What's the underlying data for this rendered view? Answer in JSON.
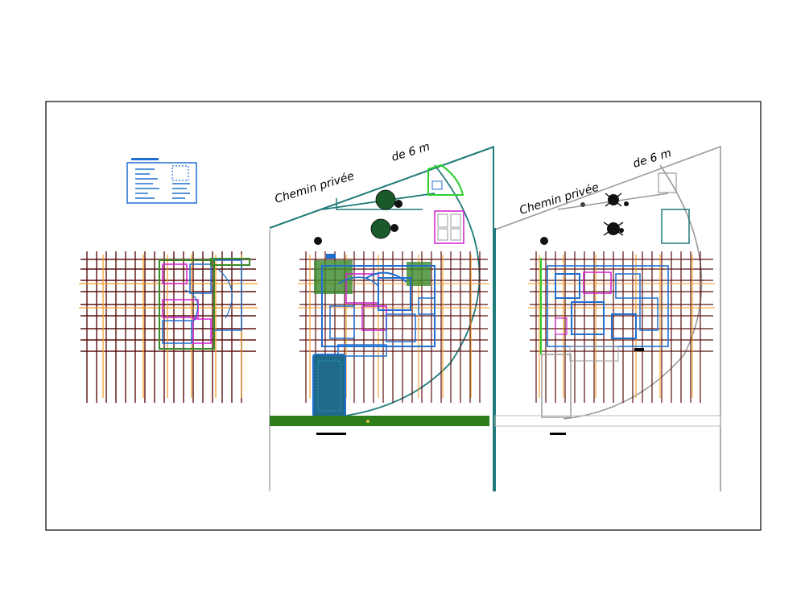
{
  "drawing": {
    "left_plan": {
      "road_label_1": "Chemin  privée",
      "road_label_2": "de  6  m"
    },
    "right_plan": {
      "road_label_1": "Chemin  privée",
      "road_label_2": "de  6  m"
    }
  },
  "colors": {
    "frame": "#000000",
    "grid_dark": "#5a1010",
    "grid_orange": "#f39a1e",
    "wall_blue": "#1f6fd1",
    "wall_magenta": "#d11fd1",
    "teal": "#1f7a7a",
    "green": "#3a8a2a",
    "grey": "#9a9a9a"
  }
}
